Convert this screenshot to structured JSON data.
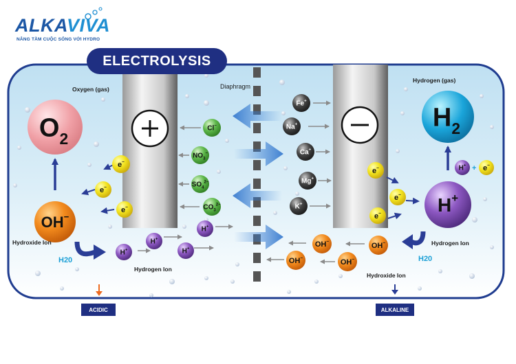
{
  "logo": {
    "brand_part1": "ALKA",
    "brand_part2": "VIVA",
    "tagline": "NÂNG TẦM CUỘC SỐNG VỚI HYDRO"
  },
  "title": "ELECTROLYSIS",
  "labels": {
    "oxygen_gas": "Oxygen (gas)",
    "hydrogen_gas": "Hydrogen (gas)",
    "diaphragm": "Diaphragm",
    "hydroxide_ion_left": "Hydroxide Ion",
    "hydroxide_ion_right": "Hydroxide Ion",
    "hydrogen_ion_left": "Hydrogen Ion",
    "hydrogen_ion_right": "Hydrogen Ion",
    "h2o_left": "H20",
    "h2o_right": "H20",
    "acidic": "ACIDIC",
    "alkaline": "ALKALINE",
    "plus_sign": "+"
  },
  "molecules": {
    "o2": {
      "base": "O",
      "sub": "2"
    },
    "h2": {
      "base": "H",
      "sub": "2"
    },
    "oh_big": {
      "base": "OH",
      "sup": "−"
    },
    "h_big": {
      "base": "H",
      "sup": "+"
    }
  },
  "electron": {
    "base": "e",
    "sup": "−"
  },
  "anions": [
    {
      "base": "Cl",
      "sup": "−"
    },
    {
      "base": "NO",
      "sub": "3",
      "sup": "−"
    },
    {
      "base": "SO",
      "sub": "4",
      "sup": "2−"
    },
    {
      "base": "CO",
      "sub": "3",
      "sup": "2−"
    }
  ],
  "cations": [
    {
      "base": "Fe",
      "sup": "+"
    },
    {
      "base": "Na",
      "sup": "+"
    },
    {
      "base": "Ca",
      "sup": "+"
    },
    {
      "base": "Mg",
      "sup": "+"
    },
    {
      "base": "K",
      "sup": "+"
    }
  ],
  "hydrogen_ion": {
    "base": "H",
    "sup": "+"
  },
  "hydroxide_ion": {
    "base": "OH",
    "sup": "−"
  },
  "colors": {
    "navy": "#1f2f82",
    "frame": "#1f3c8f",
    "water_top": "#bfe0f2",
    "water_bottom": "#ffffff",
    "electron": "#f2e21d",
    "hydroxide": "#f08a1e",
    "hydrogen_ion": "#7b4ba8",
    "anion": "#55b34a",
    "cation": "#3c3c3c",
    "o2": "#f1a1a6",
    "h2": "#1a9fd6",
    "arrow_gray": "#8a8a8a",
    "arrow_navy": "#2a3d96",
    "arrow_blue": "#3f86d9",
    "arrow_orange": "#ee6a1f"
  }
}
